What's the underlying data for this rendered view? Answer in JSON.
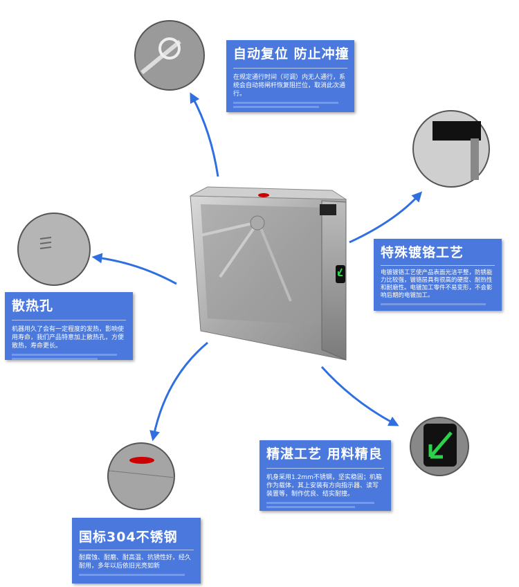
{
  "features": [
    {
      "title": "自动复位 防止冲撞",
      "desc": "在规定通行时间（可调）内无人通行，系统会自动将闸杆恢复阻拦位，取消此次通行。"
    },
    {
      "title": "特殊镀铬工艺",
      "desc": "电镀镀铬工艺使产品表面光洁平整，防锈能力比较强，镀铬层具有很高的硬度、耐热性和耐磨性。电镀加工零件不易变形，不会影响后期的电镀加工。"
    },
    {
      "title": "散热孔",
      "desc": "机器用久了会有一定程度的发热，影响使用寿命，我们产品特意加上散热孔，方便散热，寿命更长。"
    },
    {
      "title": "精湛工艺 用料精良",
      "desc": "机身采用1.2mm不锈钢，坚实稳固；机箱作为载体，其上安装有方向指示器、读写装置等，制作优良、结实耐撞。"
    },
    {
      "title": "国标304不锈钢",
      "desc": "耐腐蚀、耐磨、耐高温、抗锈性好，经久耐用，多年以后依旧光亮如新"
    }
  ],
  "colors": {
    "box": "#4a78dc",
    "arrow": "#2f6fe0",
    "indicator": "#2bd24a"
  }
}
